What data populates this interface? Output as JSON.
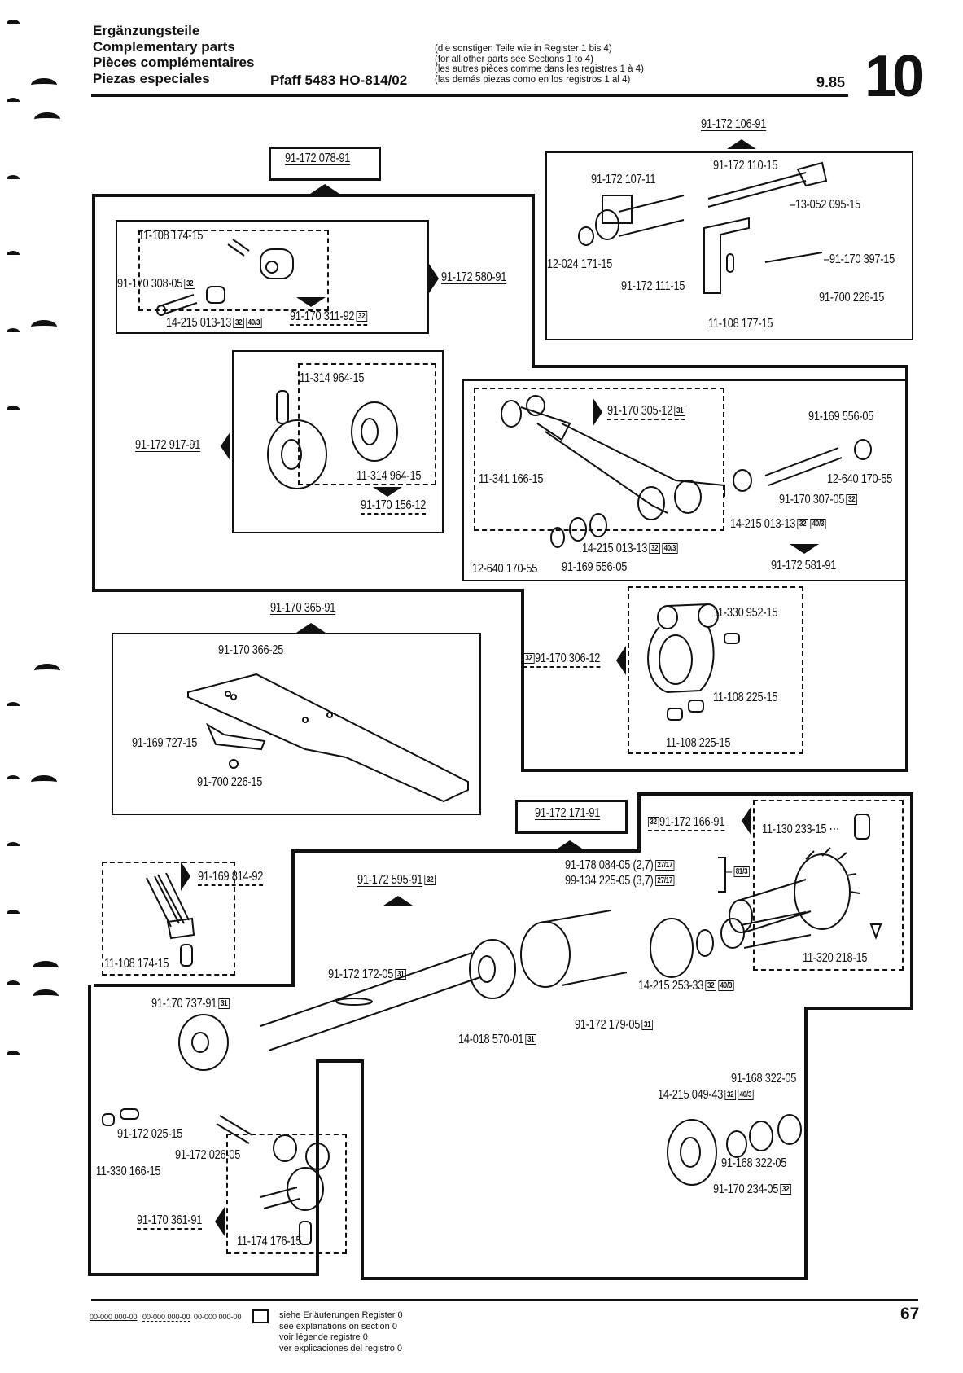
{
  "header": {
    "titles": [
      "Ergänzungsteile",
      "Complementary parts",
      "Pièces complémentaires",
      "Piezas especiales"
    ],
    "model": "Pfaff 5483 HO-814/02",
    "notes": [
      "(die sonstigen Teile wie in Register 1 bis 4)",
      "(for all other parts see Sections 1 to 4)",
      "(les autres pièces comme dans les registres 1 à 4)",
      "(las demás piezas como en los registros 1 al 4)"
    ],
    "date": "9.85",
    "section": "10"
  },
  "assemblies": {
    "a078": {
      "number": "91-172 078-91"
    },
    "a106": {
      "number": "91-172 106-91"
    },
    "a580": {
      "number": "91-172 580-91"
    },
    "a917": {
      "number": "91-172 917-91"
    },
    "a581": {
      "number": "91-172 581-91"
    },
    "a365": {
      "number": "91-170 365-91"
    },
    "a171": {
      "number": "91-172 171-91"
    },
    "a595": {
      "number": "91-172 595-91",
      "badge": "32"
    },
    "a814": {
      "number": "91-169 814-92"
    },
    "a166": {
      "number": "91-172 166-91",
      "badge": "32"
    },
    "a361": {
      "number": "91-170 361-91"
    },
    "a311": {
      "number": "91-170 311-92",
      "badge": "32"
    },
    "a156": {
      "number": "91-170 156-12"
    },
    "a305": {
      "number": "91-170 305-12",
      "badge": "31"
    },
    "a306": {
      "number": "91-170 306-12",
      "badge": "32"
    }
  },
  "parts": {
    "p1": "11-108 174-15",
    "p2": {
      "number": "91-170 308-05",
      "badge": "32"
    },
    "p3": {
      "number": "14-215 013-13",
      "badges": [
        "32",
        "40/3"
      ]
    },
    "p4": "91-172 107-11",
    "p5": "91-172 110-15",
    "p6": "13-052 095-15",
    "p7": "12-024 171-15",
    "p8": "91-170 397-15",
    "p9": "91-172 111-15",
    "p10": "91-700 226-15",
    "p11": "11-108 177-15",
    "p12": "11-314 964-15",
    "p13": "11-314 964-15",
    "p14": "91-169 556-05",
    "p15": "12-640 170-55",
    "p16": {
      "number": "91-170 307-05",
      "badge": "32"
    },
    "p17": {
      "number": "14-215 013-13",
      "badges": [
        "32",
        "40/3"
      ]
    },
    "p18": "11-341 166-15",
    "p19": {
      "number": "14-215 013-13",
      "badges": [
        "32",
        "40/3"
      ]
    },
    "p20": "12-640 170-55",
    "p21": "91-169 556-05",
    "p22": "11-330 952-15",
    "p23": "11-108 225-15",
    "p24": "11-108 225-15",
    "p25": "91-170 366-25",
    "p26": "91-169 727-15",
    "p27": "91-700 226-15",
    "p28": "11-130 233-15",
    "p29": {
      "number": "91-178 084-05 (2,7)",
      "badge": "27/17"
    },
    "p30": {
      "number": "99-134 225-05 (3,7)",
      "badge": "27/17"
    },
    "p30b": "81/3",
    "p31": "11-108 174-15",
    "p32": {
      "number": "91-172 172-05",
      "badge": "31"
    },
    "p33": "11-320 218-15",
    "p34": {
      "number": "14-215 253-33",
      "badges": [
        "32",
        "40/3"
      ]
    },
    "p35": {
      "number": "91-170 737-91",
      "badge": "31"
    },
    "p36": {
      "number": "91-172 179-05",
      "badge": "31"
    },
    "p37": {
      "number": "14-018 570-01",
      "badge": "31"
    },
    "p38": "91-168 322-05",
    "p39": {
      "number": "14-215 049-43",
      "badges": [
        "32",
        "40/3"
      ]
    },
    "p40": "91-168 322-05",
    "p41": {
      "number": "91-170 234-05",
      "badge": "32"
    },
    "p42": "91-172 025-15",
    "p43": "11-330 166-15",
    "p44": "91-172 026-05",
    "p45": "11-174 176-15"
  },
  "footer": {
    "legend": [
      "00-000 000-00",
      "00-000 000-00",
      "00-000 000-00"
    ],
    "explanation": [
      "siehe Erläuterungen Register 0",
      "see explanations on section 0",
      "voir légende registre 0",
      "ver explicaciones del registro 0"
    ],
    "page": "67"
  }
}
